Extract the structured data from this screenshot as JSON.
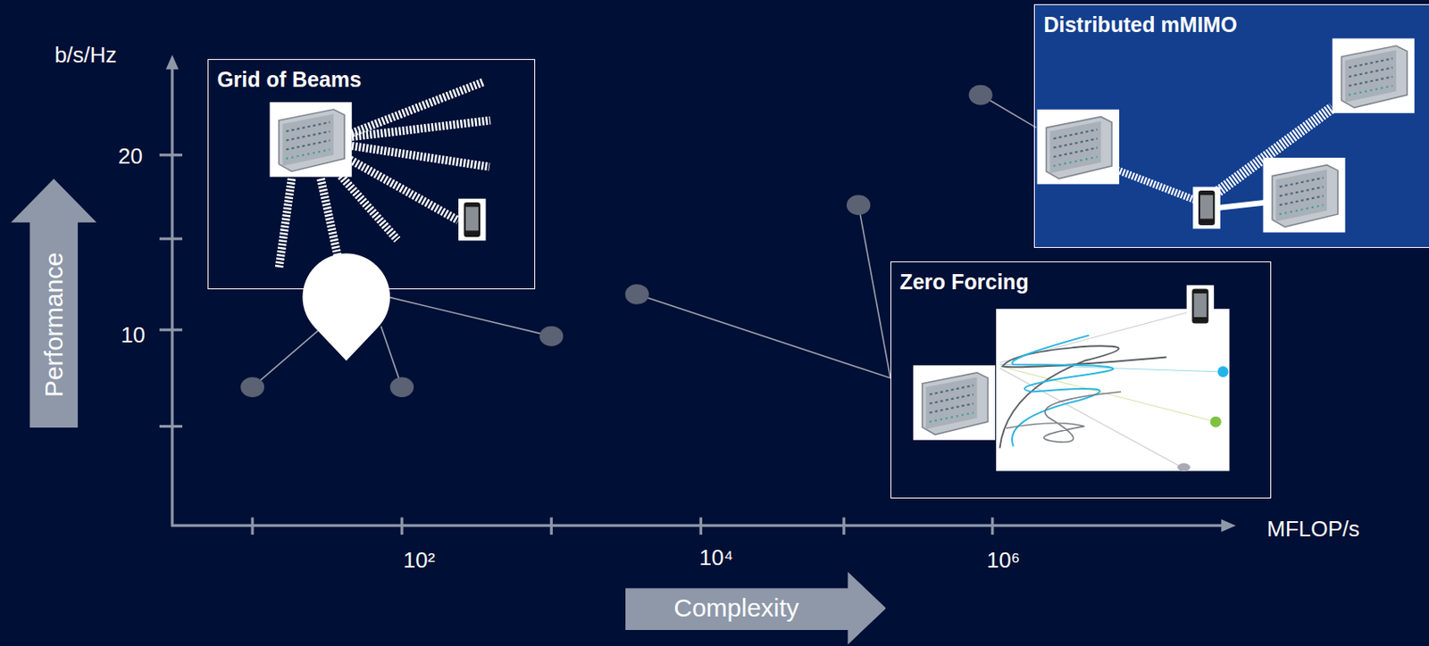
{
  "diagram": {
    "nodes": [
      {
        "text": [
          "Distributed mMIMO"
        ]
      },
      {
        "text": [
          "Grid of Beams"
        ]
      },
      {
        "text": [
          "Performance"
        ]
      },
      {
        "text": [
          "Zero Forcing"
        ]
      },
      {
        "text": [
          "Complexity"
        ]
      }
    ],
    "labels": [
      "b/s/Hz",
      "20",
      "10",
      "10²",
      "10⁴",
      "10⁶",
      "MFLOP/s"
    ]
  }
}
